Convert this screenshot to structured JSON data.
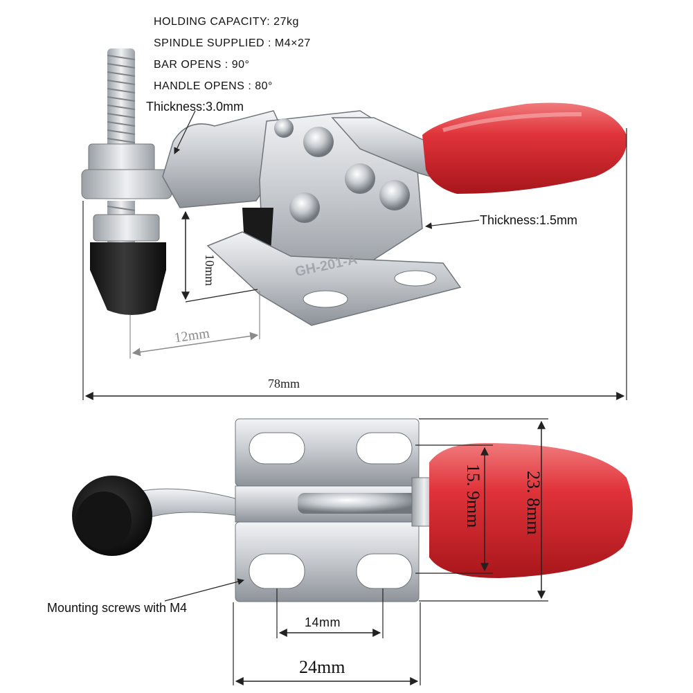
{
  "specs": {
    "holding_capacity": "HOLDING CAPACITY: 27kg",
    "spindle_supplied": "SPINDLE SUPPLIED : M4×27",
    "bar_opens": "BAR OPENS : 90°",
    "handle_opens": "HANDLE OPENS  : 80°"
  },
  "labels": {
    "thickness_top": "Thickness:3.0mm",
    "thickness_body": "Thickness:1.5mm",
    "mounting_screws": "Mounting screws with M4",
    "model_stamp": "GH-201-A"
  },
  "dimensions": {
    "overall_length": "78mm",
    "height_10": "10mm",
    "offset_12": "12mm",
    "handle_15_9": "15. 9mm",
    "handle_23_8": "23. 8mm",
    "hole_spacing": "14mm",
    "base_width": "24mm"
  },
  "colors": {
    "handle_red": "#d8262b",
    "steel": "#c9ccd0",
    "rubber": "#1c1c1c",
    "dimension_line": "#222222"
  }
}
